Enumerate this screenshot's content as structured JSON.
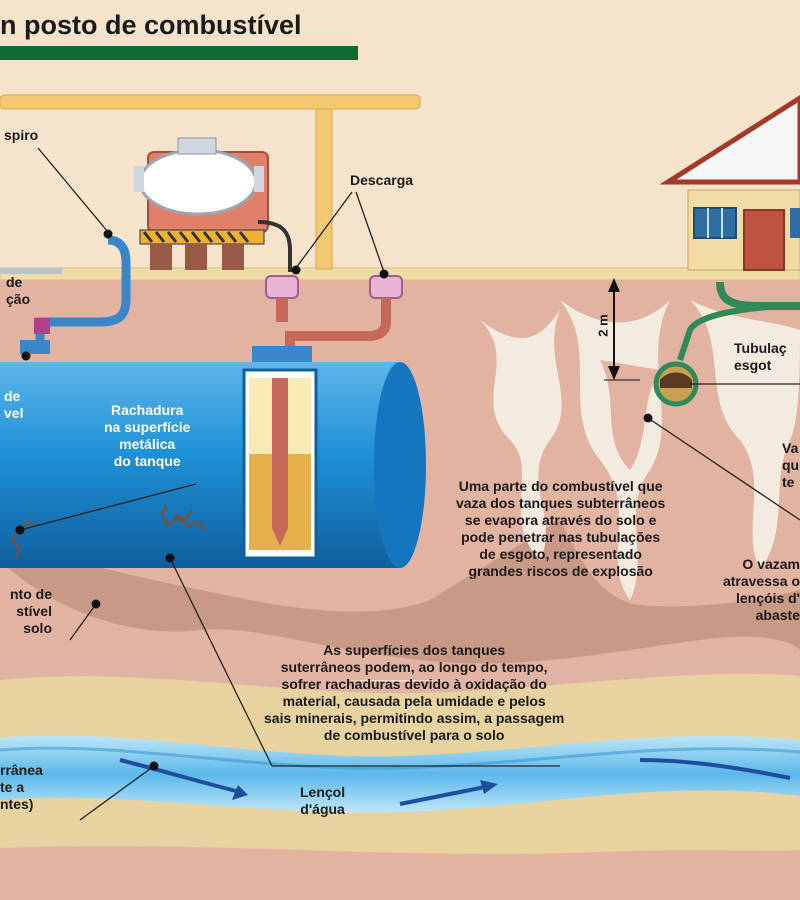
{
  "title": "n posto de combustível",
  "labels": {
    "respiro": "spiro",
    "descarga": "Descarga",
    "fill_pipe_left": "de\nção",
    "tank_left": "de\nvel",
    "rachadura": "Rachadura\nna superfície\nmetálica\ndo tanque",
    "vazamento_solo": "nto de\nstível\nsolo",
    "dois_metros": "2 m",
    "tubulacao_esgoto": "Tubulaç\nesgot",
    "evapora": "Uma parte do combustível que\nvaza dos tanques subterrâneos\nse evapora através do solo e\npode penetrar nas tubulações\nde esgoto, representado\ngrandes riscos de explosão",
    "vapor_right": "Va\nqu\nte",
    "vazamento_right": "O vazam\natravessa o\nlençóis d'\nabaste",
    "oxidacao": "As superfícies dos tanques\nsuterrâneos podem, ao longo do tempo,\nsofrer rachaduras devido à oxidação do\nmaterial, causada pela umidade e pelos\nsais minerais, permitindo assim, a passagem\nde combustível para o solo",
    "agua_subterranea": "rrânea\nte a\nntes)",
    "lencol": "Lençol\nd'água"
  },
  "colors": {
    "sky": "#f5e3cc",
    "soil": "#e3b3a2",
    "contamination": "#c89a86",
    "clay": "#e7d2a0",
    "water": "#7cc8ee",
    "tank": "#1e90d6",
    "title_bar": "#0d6b33",
    "vapor": "#f4ebe0"
  }
}
